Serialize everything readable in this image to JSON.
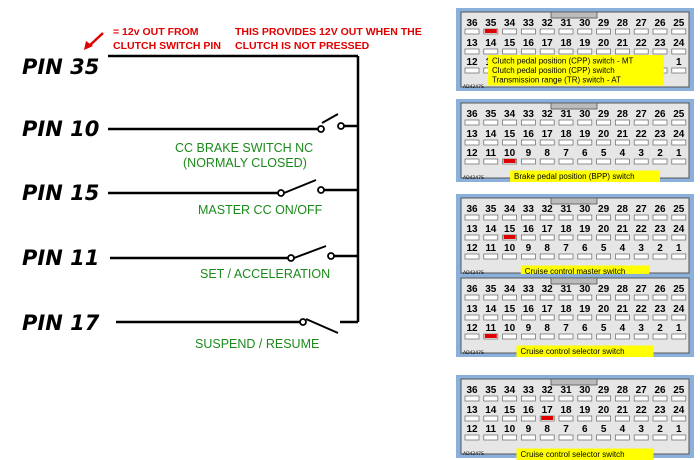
{
  "schematic": {
    "note_left": [
      "= 12v OUT FROM",
      "CLUTCH SWITCH PIN"
    ],
    "note_right": [
      "THIS PROVIDES 12V OUT WHEN THE",
      "CLUTCH IS NOT PRESSED"
    ],
    "pins": [
      {
        "label": "PIN 35",
        "switch": []
      },
      {
        "label": "PIN 10",
        "switch": [
          "CC  BRAKE SWITCH NC",
          "(NORMALY CLOSED)"
        ]
      },
      {
        "label": "PIN 15",
        "switch": [
          "MASTER CC ON/OFF"
        ]
      },
      {
        "label": "PIN 11",
        "switch": [
          "SET / ACCELERATION"
        ]
      },
      {
        "label": "PIN 17",
        "switch": [
          "SUSPEND / RESUME"
        ]
      }
    ],
    "colors": {
      "label_text": "#1b8a1b",
      "note_text": "#e00000",
      "wire": "#000000"
    }
  },
  "connectors": {
    "top_row": [
      "36",
      "35",
      "34",
      "33",
      "32",
      "31",
      "30",
      "29",
      "28",
      "27",
      "26",
      "25"
    ],
    "mid_row": [
      "13",
      "14",
      "15",
      "16",
      "17",
      "18",
      "19",
      "20",
      "21",
      "22",
      "23",
      "24"
    ],
    "bottom_row": [
      "12",
      "11",
      "10",
      "9",
      "8",
      "7",
      "6",
      "5",
      "4",
      "3",
      "2",
      "1"
    ],
    "part_code": "AD4247S",
    "panels": [
      {
        "highlight": "35",
        "captions": [
          "Clutch pedal position (CPP) switch - MT",
          "Clutch pedal position (CPP) switch",
          "Transmission range (TR) switch - AT"
        ]
      },
      {
        "highlight": "10",
        "captions": [
          "Brake pedal position (BPP) switch"
        ]
      },
      {
        "highlight": "15",
        "captions": [
          "Cruise control master switch"
        ]
      },
      {
        "highlight": "11",
        "captions": [
          "Cruise control selector switch"
        ]
      },
      {
        "highlight": "17",
        "captions": [
          "Cruise control selector switch"
        ]
      }
    ],
    "colors": {
      "frame": "#8bb0dc",
      "body": "#d8d8d8",
      "highlight": "#e00000",
      "caption_bg": "#ffff00"
    }
  }
}
